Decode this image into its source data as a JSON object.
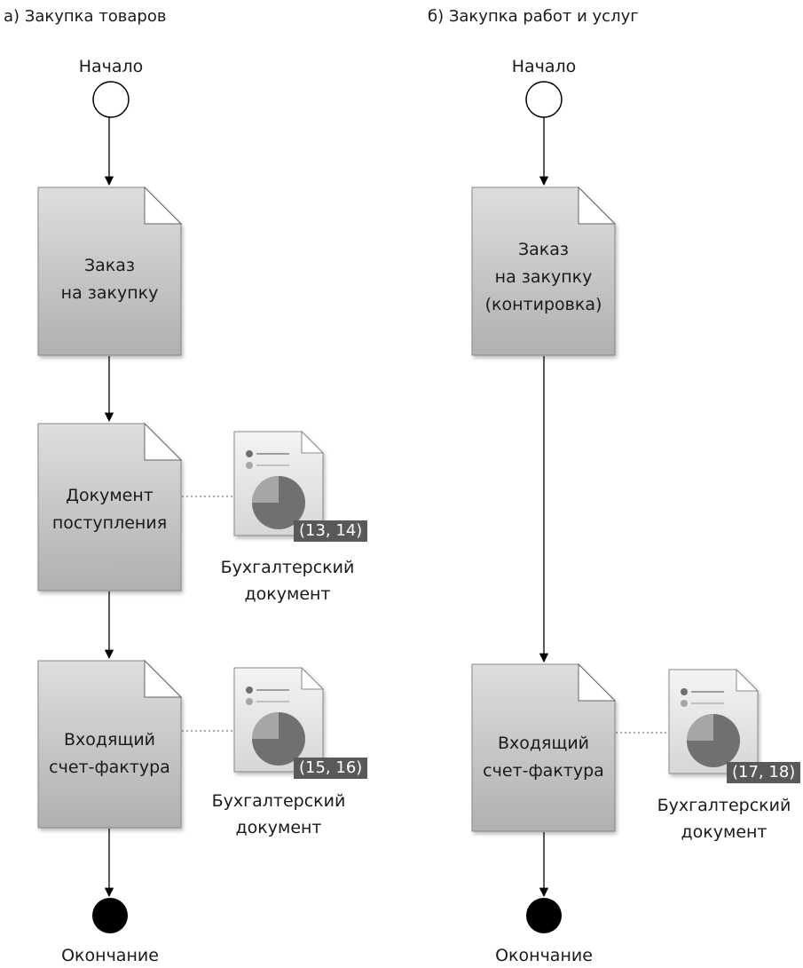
{
  "panel_a": {
    "title": "а) Закупка товаров",
    "start_label": "Начало",
    "end_label": "Окончание",
    "docs": [
      {
        "line1": "Заказ",
        "line2": "на закупку"
      },
      {
        "line1": "Документ",
        "line2": "поступления"
      },
      {
        "line1": "Входящий",
        "line2": "счет-фактура"
      }
    ],
    "accounting": [
      {
        "badge": "(13, 14)",
        "label_line1": "Бухгалтерский",
        "label_line2": "документ"
      },
      {
        "badge": "(15, 16)",
        "label_line1": "Бухгалтерский",
        "label_line2": "документ"
      }
    ]
  },
  "panel_b": {
    "title": "б) Закупка работ и услуг",
    "start_label": "Начало",
    "end_label": "Окончание",
    "docs": [
      {
        "line1": "Заказ",
        "line2": "на закупку",
        "line3": "(контировка)"
      },
      {
        "line1": "Входящий",
        "line2": "счет-фактура"
      }
    ],
    "accounting": [
      {
        "badge": "(17, 18)",
        "label_line1": "Бухгалтерский",
        "label_line2": "документ"
      }
    ]
  },
  "colors": {
    "doc_fill_top": "#d9d9d9",
    "doc_fill_bottom": "#b3b3b3",
    "badge": "#595959",
    "pie_dark": "#6f6f6f",
    "pie_light": "#a6a6a6"
  }
}
